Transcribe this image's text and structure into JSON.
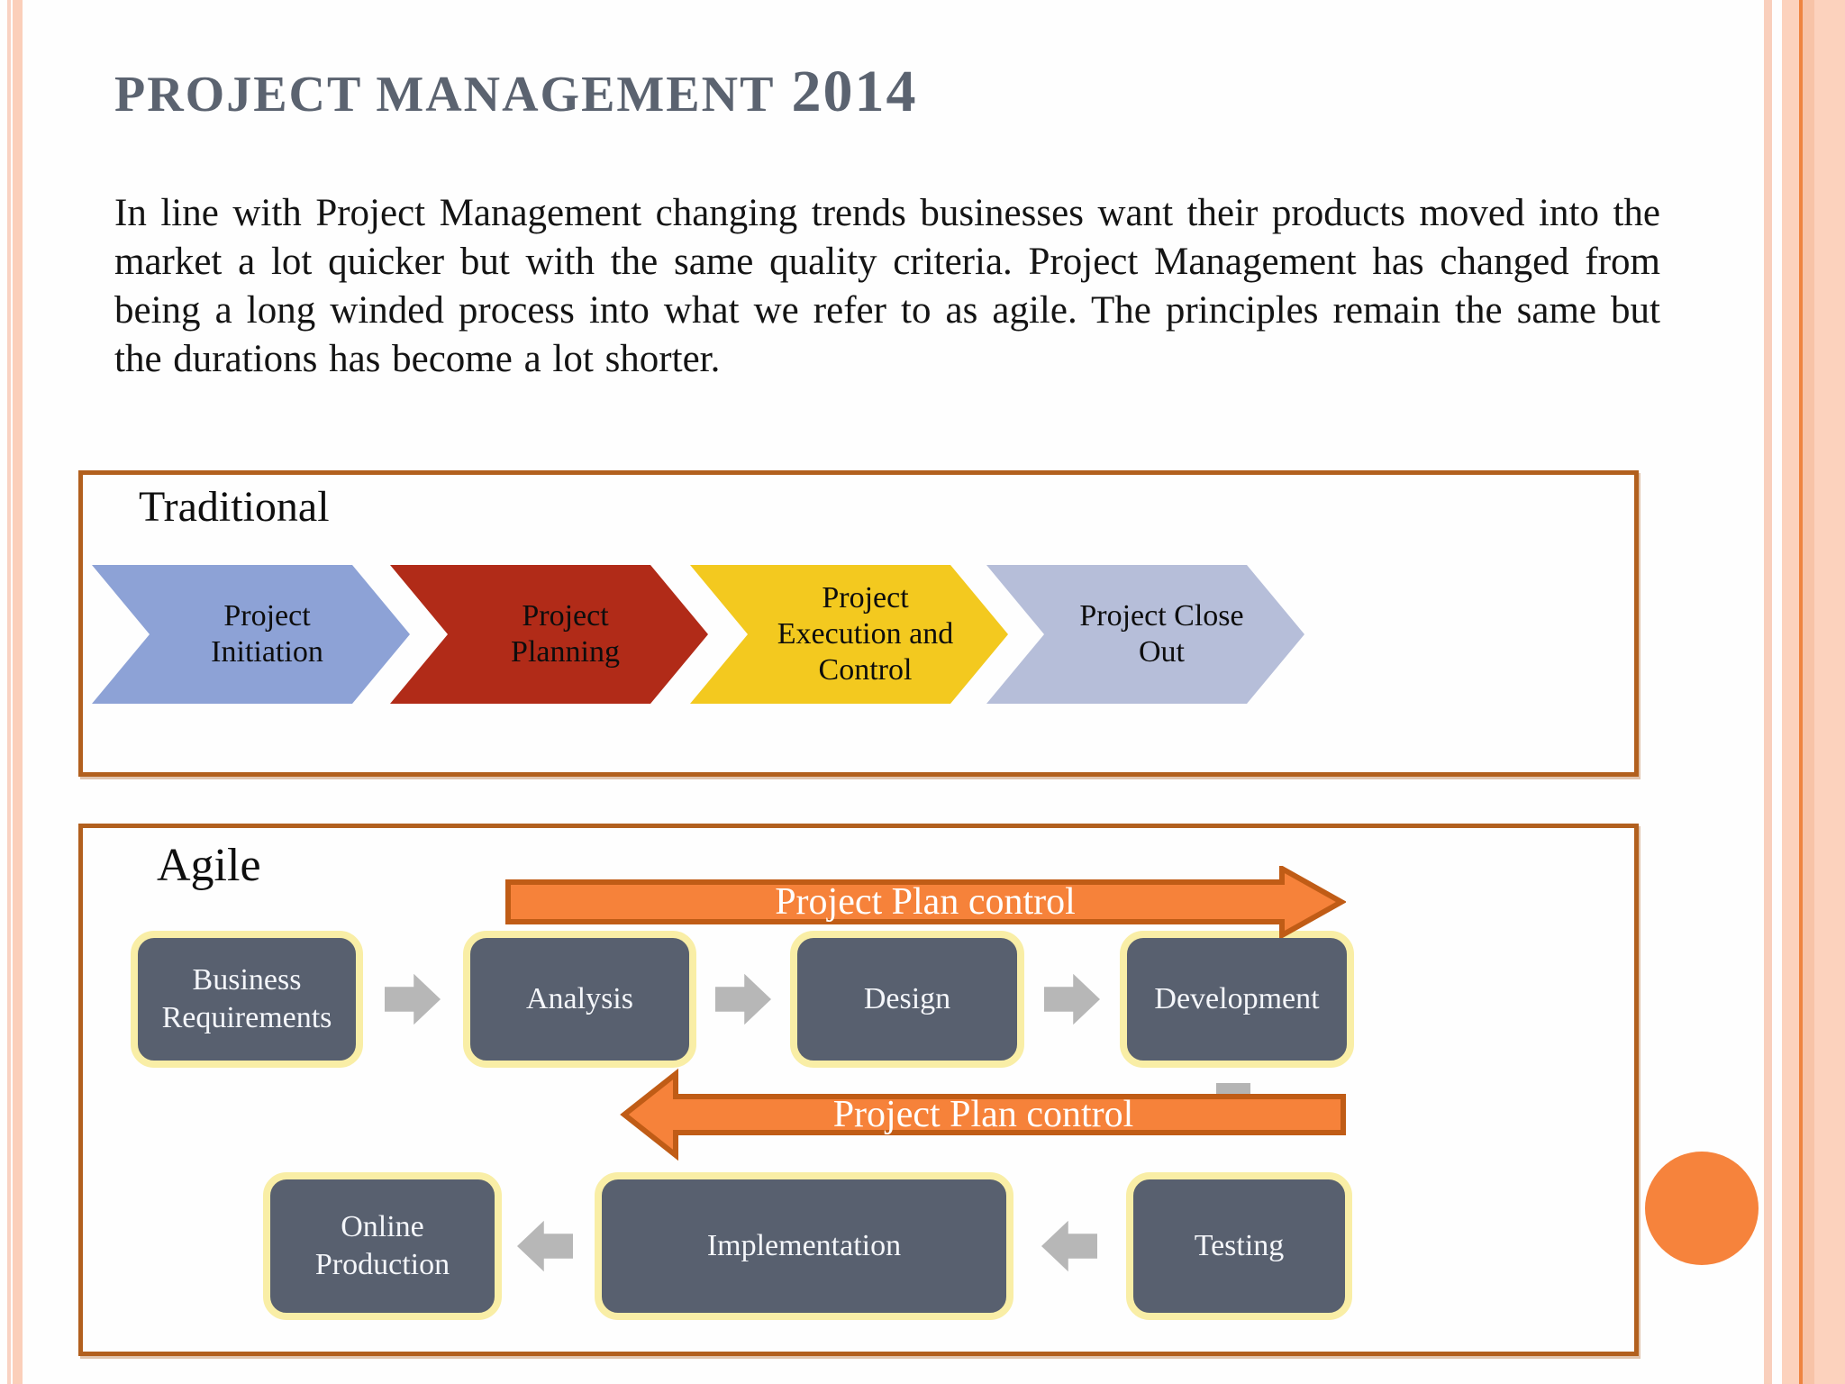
{
  "slide": {
    "title": "Project Management",
    "title_year": "2014",
    "intro": "In line with Project Management changing trends businesses want their products moved into the market a lot quicker but with the same quality criteria.  Project Management has changed from being a long winded process into what we refer to as agile.  The principles remain the same but the durations has become a lot shorter."
  },
  "traditional": {
    "label": "Traditional",
    "steps": [
      {
        "label": "Project Initiation",
        "color": "#8da2d6"
      },
      {
        "label": "Project Planning",
        "color": "#b12b18"
      },
      {
        "label": "Project Execution and Control",
        "color": "#f3c91f"
      },
      {
        "label": "Project Close Out",
        "color": "#b6bed9"
      }
    ]
  },
  "agile": {
    "label": "Agile",
    "plan_control_forward": "Project Plan control",
    "plan_control_backward": "Project Plan control",
    "row1_steps": [
      "Business Requirements",
      "Analysis",
      "Design",
      "Development"
    ],
    "row2_steps": [
      "Online Production",
      "Implementation",
      "Testing"
    ]
  },
  "colors": {
    "title_text": "#5b6370",
    "frame_border": "#b2601e",
    "orange_arrow_fill": "#f6823a",
    "orange_arrow_border": "#c05c16",
    "step_box_fill": "#58606f",
    "step_box_border": "#f9eea6",
    "gray_arrow": "#b7b7b7",
    "decorative_circle": "#f6833c",
    "side_stripe_peach": "#fbcfba"
  }
}
